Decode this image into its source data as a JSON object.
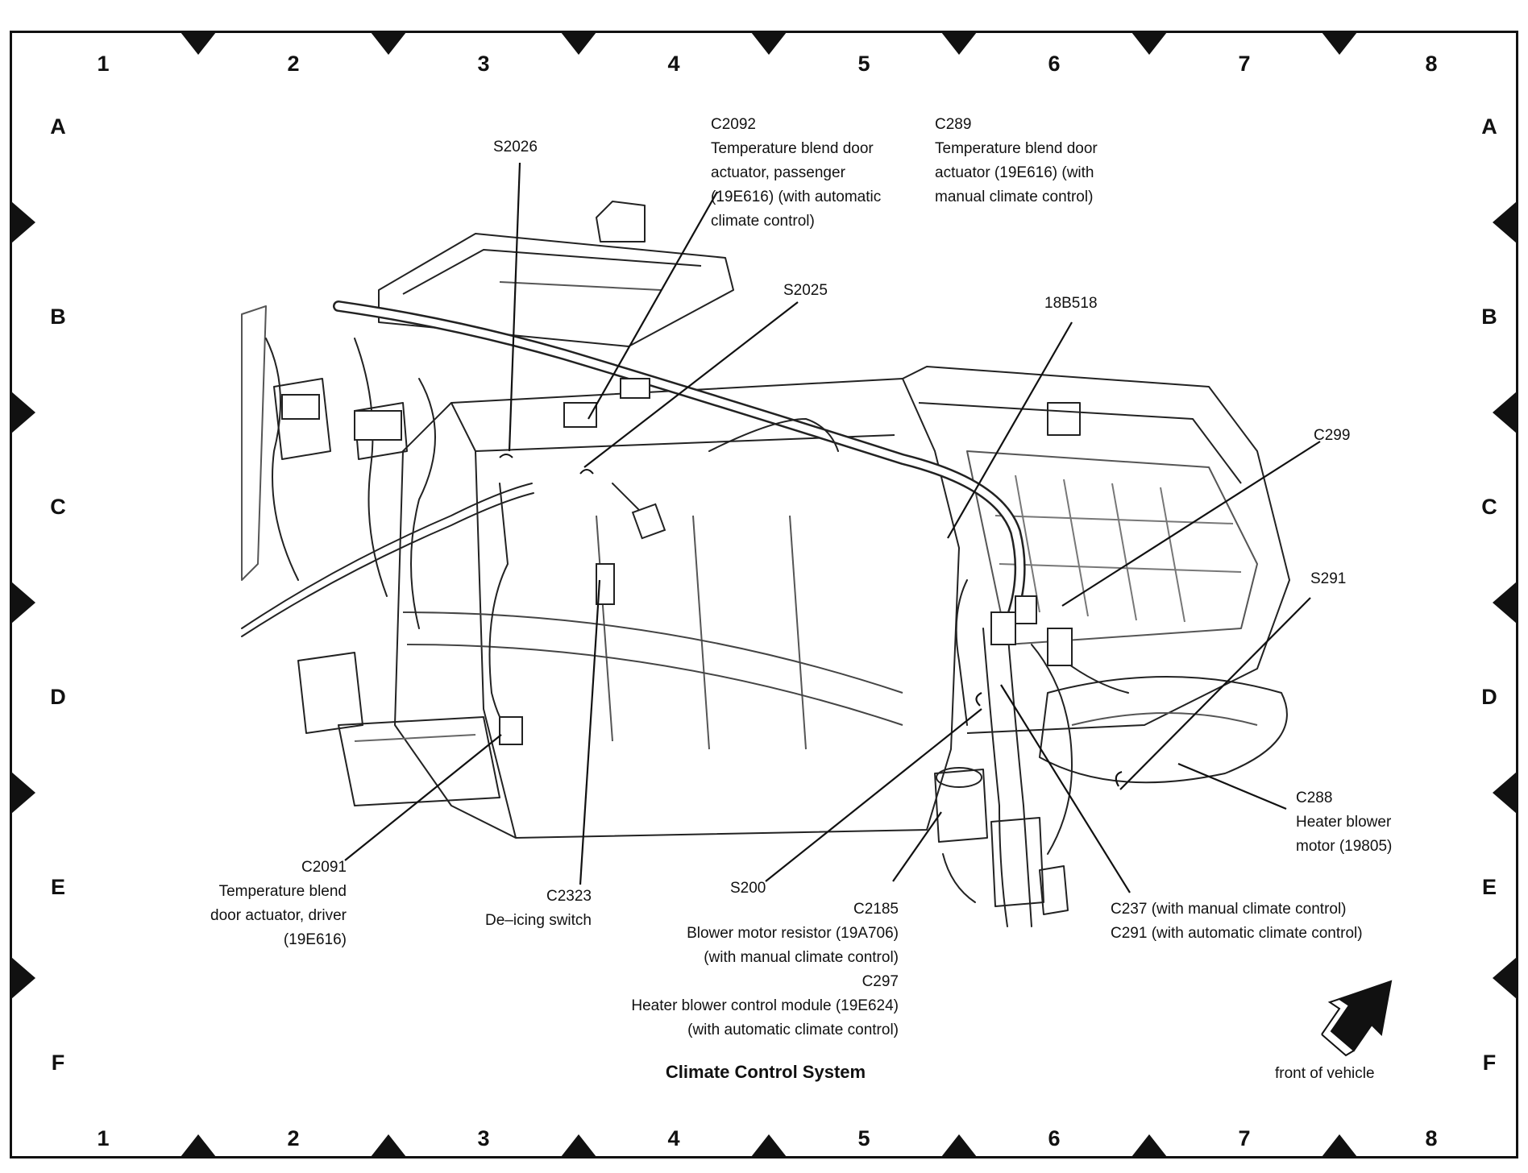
{
  "grid": {
    "columns": [
      "1",
      "2",
      "3",
      "4",
      "5",
      "6",
      "7",
      "8"
    ],
    "rows": [
      "A",
      "B",
      "C",
      "D",
      "E",
      "F"
    ]
  },
  "title": "Climate Control System",
  "front_of_vehicle": "front of vehicle",
  "callouts": {
    "s2026": [
      "S2026"
    ],
    "c2092": [
      "C2092",
      "Temperature blend door",
      "actuator, passenger",
      "(19E616) (with automatic",
      "climate control)"
    ],
    "c289": [
      "C289",
      "Temperature blend door",
      "actuator (19E616) (with",
      "manual climate control)"
    ],
    "s2025": [
      "S2025"
    ],
    "b18b518": [
      "18B518"
    ],
    "c299": [
      "C299"
    ],
    "s291": [
      "S291"
    ],
    "c288": [
      "C288",
      "Heater blower",
      "motor (19805)"
    ],
    "c2091": [
      "C2091",
      "Temperature blend",
      "door actuator, driver",
      "(19E616)"
    ],
    "c2323": [
      "C2323",
      "De–icing switch"
    ],
    "s200": [
      "S200"
    ],
    "c2185": [
      "C2185",
      "Blower motor resistor (19A706)",
      "(with manual climate control)",
      "C297",
      "Heater blower control module (19E624)",
      "(with automatic climate control)"
    ],
    "c237": [
      "C237 (with manual climate control)",
      "C291 (with automatic climate control)"
    ]
  }
}
